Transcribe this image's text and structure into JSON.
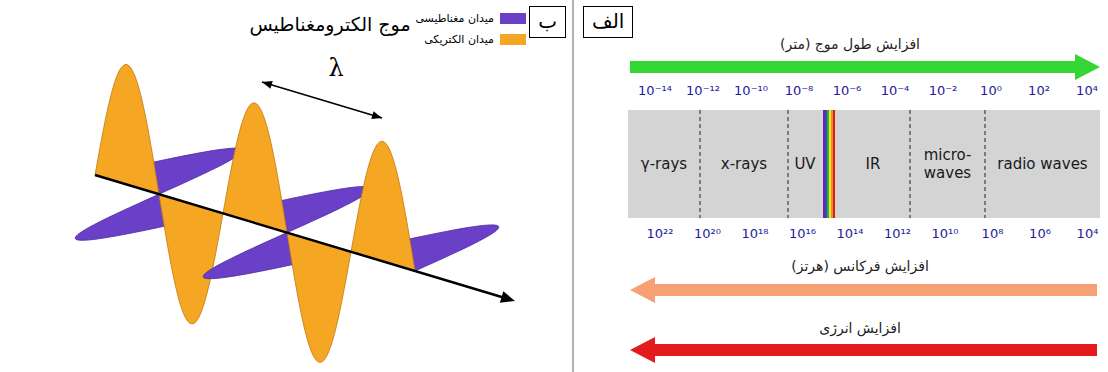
{
  "diagram": {
    "title": "موج الکترومغناطیس",
    "nodes": [
      {
        "text": [
          "ب"
        ]
      },
      {
        "text": [
          "الف"
        ]
      },
      {
        "text": [
          "γ-rays"
        ]
      },
      {
        "text": [
          "x-rays"
        ]
      },
      {
        "text": [
          "UV"
        ]
      },
      {
        "text": [
          "IR"
        ]
      },
      {
        "text": [
          "micro- waves"
        ]
      },
      {
        "text": [
          "radio waves"
        ]
      }
    ],
    "labels": [
      "λ",
      "افزایش طول موج (متر)",
      "10⁻¹⁴",
      "10⁻¹²",
      "10⁻¹⁰",
      "10⁻⁸",
      "10⁻⁶",
      "10⁻⁴",
      "10⁻²",
      "10⁰",
      "10²",
      "10⁴",
      "10²²",
      "10²⁰",
      "10¹⁸",
      "10¹⁶",
      "10¹⁴",
      "10¹²",
      "10¹⁰",
      "10⁸",
      "10⁶",
      "10⁴",
      "افزایش فرکانس (هرتز)",
      "افزایش انرژی"
    ],
    "legend": [
      {
        "text": "میدان مغناطیسی",
        "color": "#6a40c8"
      },
      {
        "text": "میدان الکتریکی",
        "color": "#f5a623"
      }
    ]
  }
}
